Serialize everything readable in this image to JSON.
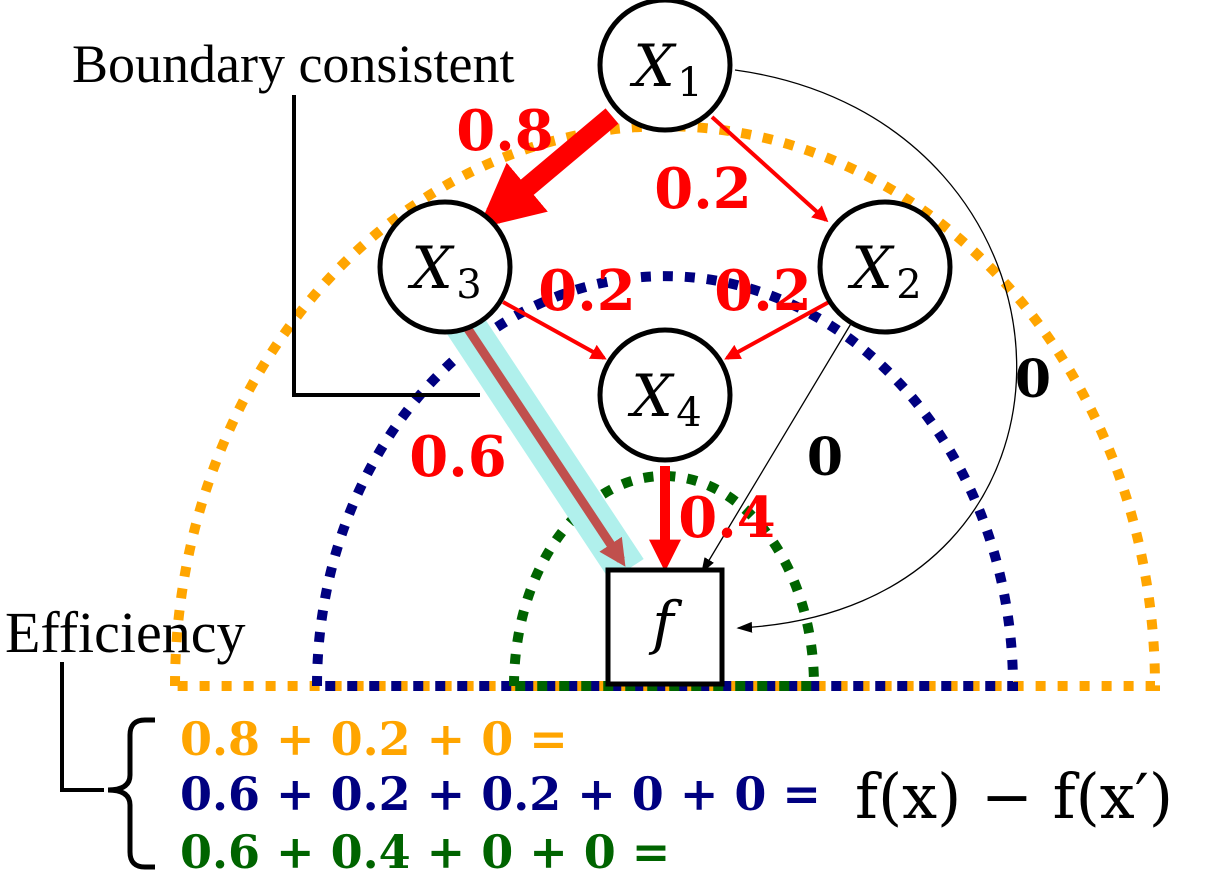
{
  "labels": {
    "boundary": "Boundary consistent",
    "efficiency": "Efficiency"
  },
  "nodes": {
    "x1": {
      "base": "X",
      "sub": "1"
    },
    "x2": {
      "base": "X",
      "sub": "2"
    },
    "x3": {
      "base": "X",
      "sub": "3"
    },
    "x4": {
      "base": "X",
      "sub": "4"
    },
    "f": "f"
  },
  "edges": {
    "x1_x3": "0.8",
    "x1_x2": "0.2",
    "x3_x4": "0.2",
    "x2_x4": "0.2",
    "x3_f": "0.6",
    "x4_f": "0.4",
    "x2_f": "0",
    "x1_f": "0"
  },
  "equations": {
    "orange": "0.8 + 0.2 + 0 =",
    "blue": "0.6 + 0.2 + 0.2 + 0 + 0 =",
    "green": "0.6 + 0.4 + 0 + 0 =",
    "rhs": "f(x) − f(x′)"
  },
  "colors": {
    "orange": "#FFA500",
    "blue": "#000080",
    "green": "#006400",
    "red": "#FF0000",
    "darkred": "#C0504D",
    "cyan": "#B0F0EC"
  }
}
